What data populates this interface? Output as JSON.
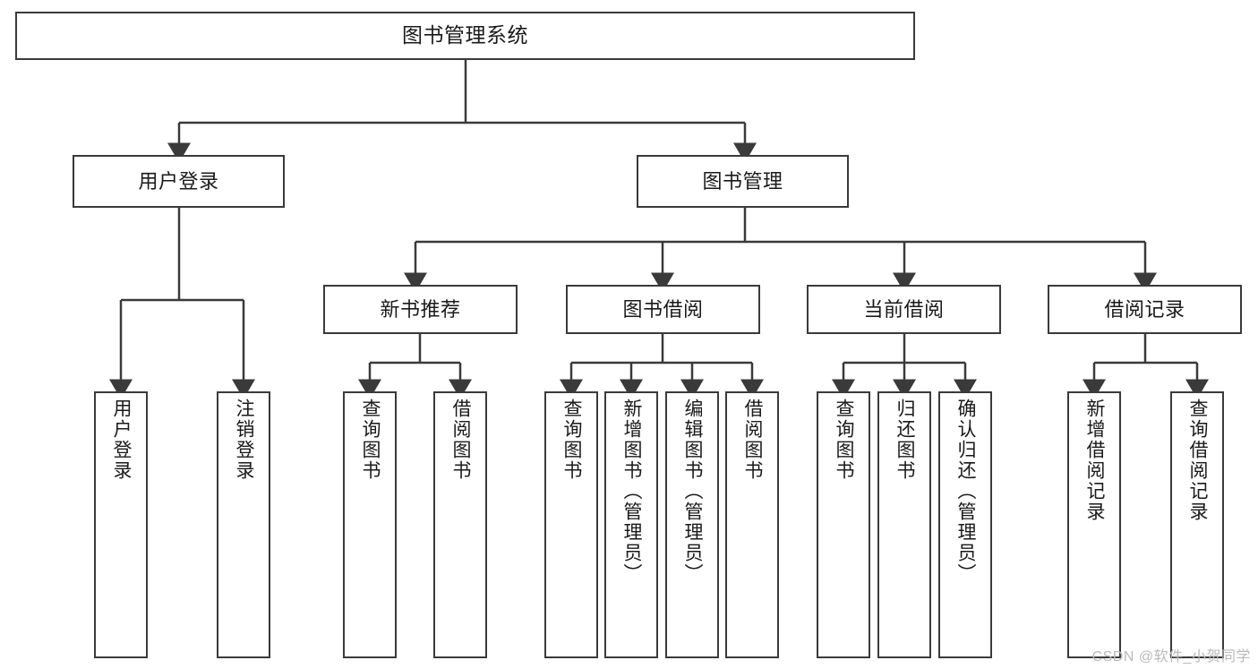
{
  "diagram": {
    "type": "tree",
    "title": "图书管理系统",
    "watermark": "CSDN @软件_小贺同学",
    "colors": {
      "box_border": "#3a3a3a",
      "box_fill": "#ffffff",
      "connector": "#3a3a3a",
      "text": "#1a1a1a",
      "watermark": "#b9b9b9"
    },
    "nodes": {
      "root": {
        "label": "图书管理系统"
      },
      "level2": [
        {
          "id": "user-login",
          "label": "用户登录"
        },
        {
          "id": "book-management",
          "label": "图书管理"
        }
      ],
      "level3": [
        {
          "id": "new-book-recommend",
          "label": "新书推荐"
        },
        {
          "id": "book-borrow",
          "label": "图书借阅"
        },
        {
          "id": "current-borrow",
          "label": "当前借阅"
        },
        {
          "id": "borrow-record",
          "label": "借阅记录"
        }
      ],
      "leaves": {
        "user_login": [
          {
            "id": "leaf-user-login",
            "label": "用户登录"
          },
          {
            "id": "leaf-logout",
            "label": "注销登录"
          }
        ],
        "new_book_recommend": [
          {
            "id": "leaf-query-books-1",
            "label": "查询图书"
          },
          {
            "id": "leaf-borrow-books-1",
            "label": "借阅图书"
          }
        ],
        "book_borrow": [
          {
            "id": "leaf-query-books-2",
            "label": "查询图书"
          },
          {
            "id": "leaf-add-book",
            "label": "新增图书（管理员）"
          },
          {
            "id": "leaf-edit-book",
            "label": "编辑图书（管理员）"
          },
          {
            "id": "leaf-borrow-books-2",
            "label": "借阅图书"
          }
        ],
        "current_borrow": [
          {
            "id": "leaf-query-books-3",
            "label": "查询图书"
          },
          {
            "id": "leaf-return-book",
            "label": "归还图书"
          },
          {
            "id": "leaf-confirm-return",
            "label": "确认归还（管理员）"
          }
        ],
        "borrow_record": [
          {
            "id": "leaf-add-record",
            "label": "新增借阅记录"
          },
          {
            "id": "leaf-query-record",
            "label": "查询借阅记录"
          }
        ]
      }
    }
  }
}
